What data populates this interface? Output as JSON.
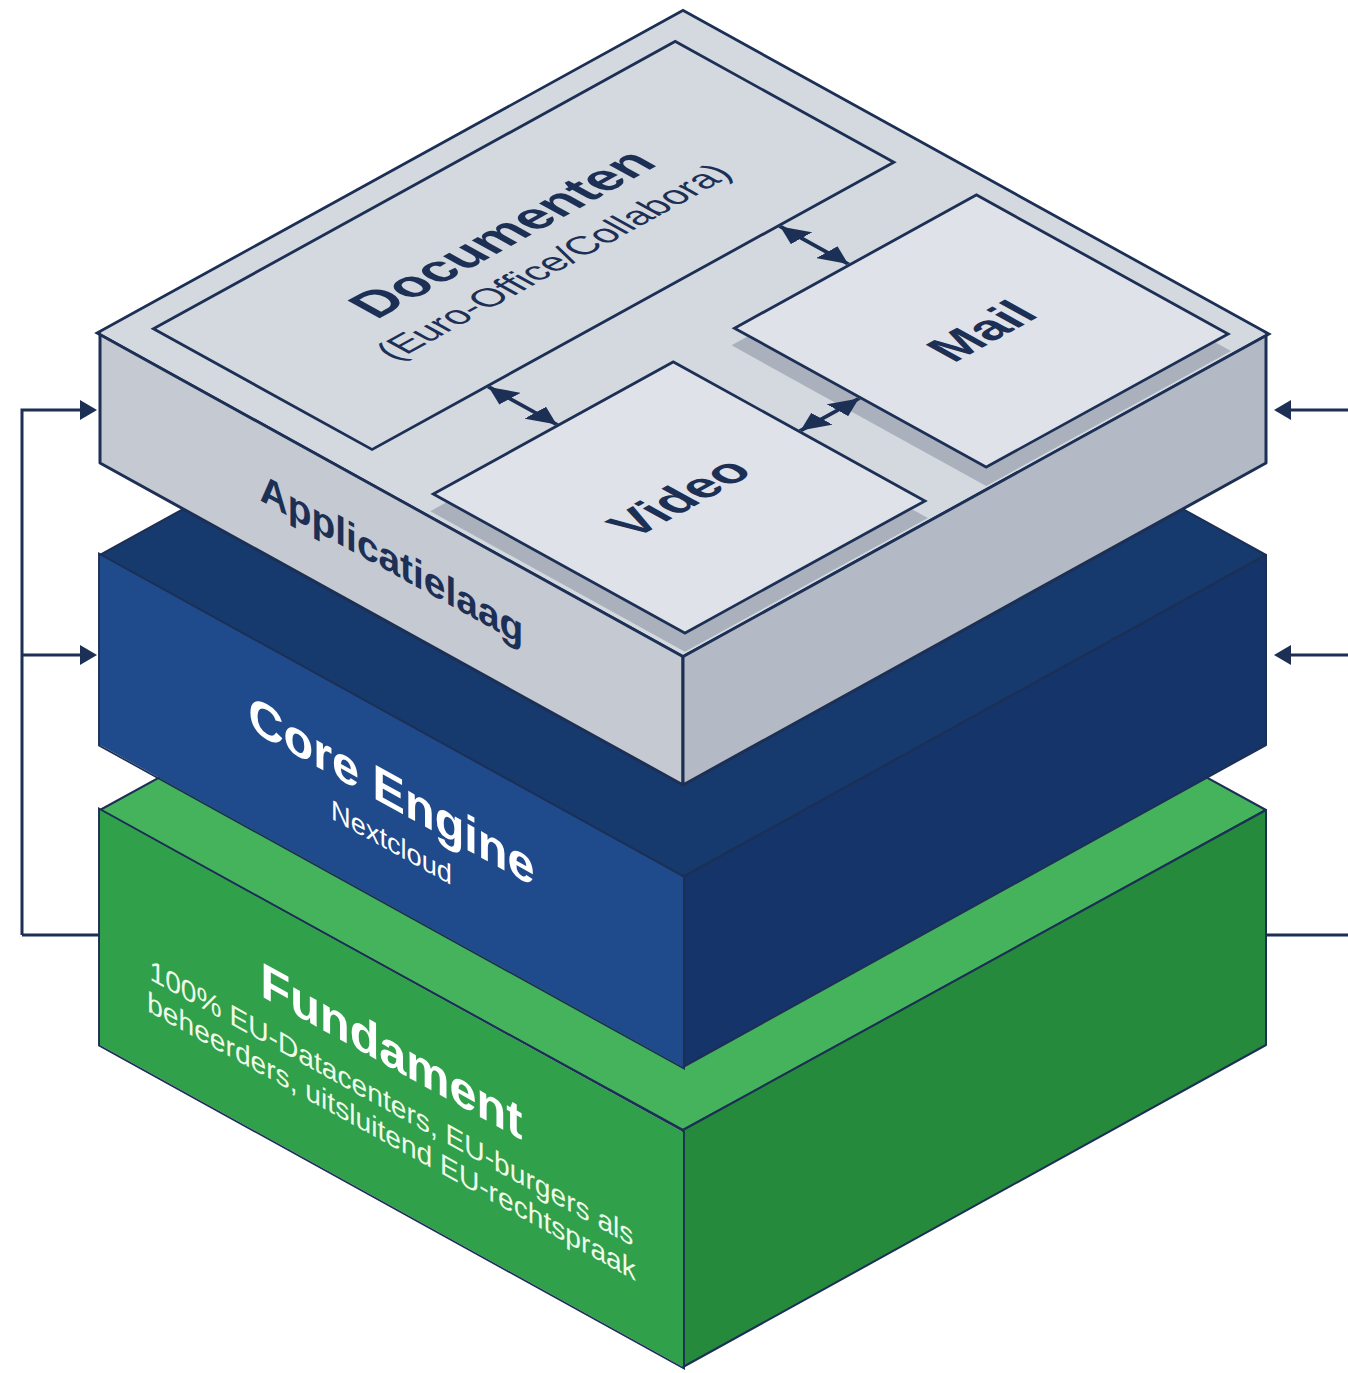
{
  "diagram": {
    "nodes": [
      {
        "text": [
          "Applicatielaag"
        ]
      },
      {
        "text": [
          "Documenten",
          "(Euro-Office/Collabora)"
        ],
        "in": 0
      },
      {
        "text": [
          "Video"
        ],
        "in": 0
      },
      {
        "text": [
          "Mail"
        ],
        "in": 0
      },
      {
        "text": [
          "Core Engine",
          "Nextcloud"
        ]
      },
      {
        "text": [
          "Fundament",
          "100% EU-Datacenters, EU-burgers als beheerders, uitsluitend EU-rechtspraak"
        ]
      }
    ],
    "edges": [
      {
        "from": 1,
        "to": 3,
        "arrow": "both"
      },
      {
        "from": 1,
        "to": 2,
        "arrow": "both"
      },
      {
        "from": 2,
        "to": 3,
        "arrow": "both"
      }
    ]
  }
}
